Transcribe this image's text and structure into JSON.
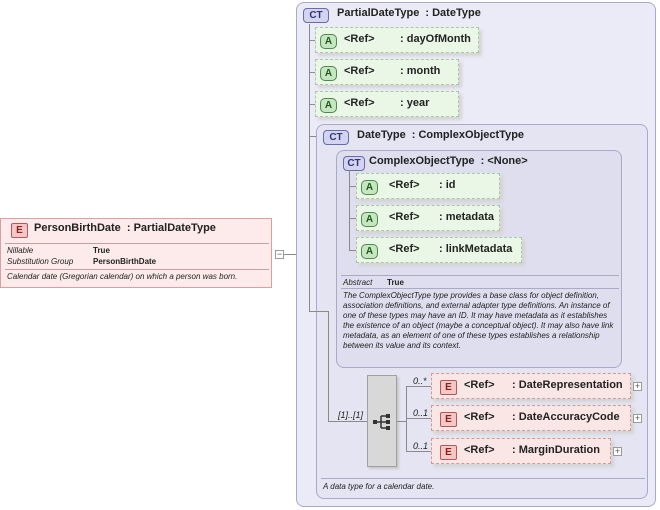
{
  "root": {
    "badge": "E",
    "name": "PersonBirthDate",
    "type": ": PartialDateType",
    "props": [
      {
        "key": "Nillable",
        "value": "True"
      },
      {
        "key": "Substitution Group",
        "value": "PersonBirthDate"
      }
    ],
    "doc": "Calendar date (Gregorian calendar) on which a person was born."
  },
  "partial": {
    "badge": "CT",
    "name": "PartialDateType",
    "type": ": DateType",
    "attributes": [
      {
        "badge": "A",
        "ref": "<Ref>",
        "name": ": dayOfMonth"
      },
      {
        "badge": "A",
        "ref": "<Ref>",
        "name": ": month"
      },
      {
        "badge": "A",
        "ref": "<Ref>",
        "name": ": year"
      }
    ]
  },
  "datetype": {
    "badge": "CT",
    "name": "DateType",
    "type": ": ComplexObjectType",
    "doc": "A data type for a calendar date."
  },
  "complex": {
    "badge": "CT",
    "name": "ComplexObjectType",
    "type": ": <None>",
    "attributes": [
      {
        "badge": "A",
        "ref": "<Ref>",
        "name": ": id"
      },
      {
        "badge": "A",
        "ref": "<Ref>",
        "name": ": metadata"
      },
      {
        "badge": "A",
        "ref": "<Ref>",
        "name": ": linkMetadata"
      }
    ],
    "abstract_key": "Abstract",
    "abstract_value": "True",
    "doc": "The ComplexObjectType type provides a base class for object definition, association definitions, and external adapter type definitions. An instance of one of these types may have an ID. It may have metadata as it establishes the existence of an object (maybe a conceptual object). It may also have link metadata, as an element of one of these types establishes a relationship between its value and its context."
  },
  "sequence": {
    "multiplicity": "[1]..[1]",
    "elements": [
      {
        "badge": "E",
        "ref": "<Ref>",
        "name": ": DateRepresentation",
        "mult": "0..*"
      },
      {
        "badge": "E",
        "ref": "<Ref>",
        "name": ": DateAccuracyCode",
        "mult": "0..1"
      },
      {
        "badge": "E",
        "ref": "<Ref>",
        "name": ": MarginDuration",
        "mult": "0..1"
      }
    ]
  },
  "expand_symbol": "+",
  "collapse_symbol": "−"
}
